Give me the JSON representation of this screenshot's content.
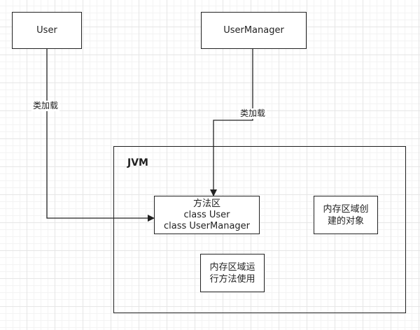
{
  "nodes": {
    "user": "User",
    "user_manager": "UserManager",
    "jvm_label": "JVM",
    "method_area": [
      "方法区",
      "class User",
      "class UserManager"
    ],
    "heap": [
      "内存区域创",
      "建的对象"
    ],
    "stack": [
      "内存区域运",
      "行方法使用"
    ]
  },
  "edges": {
    "user_to_method_area": "类加载",
    "user_manager_to_method_area": "类加载"
  },
  "colors": {
    "stroke": "#222222",
    "grid": "#e6e6e6"
  }
}
